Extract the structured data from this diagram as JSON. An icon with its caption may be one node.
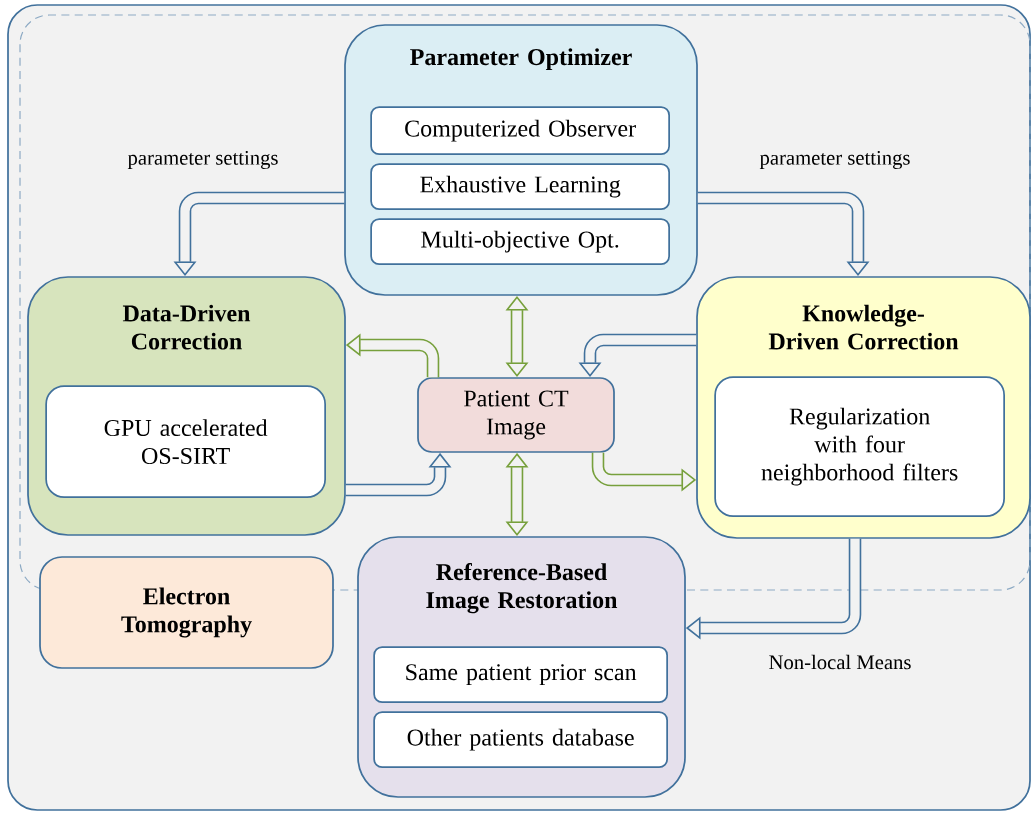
{
  "diagram": {
    "nodes": [
      {
        "text": [
          "Parameter Optimizer"
        ]
      },
      {
        "text": [
          "Computerized Observer"
        ],
        "in": 0
      },
      {
        "text": [
          "Exhaustive Learning"
        ],
        "in": 0
      },
      {
        "text": [
          "Multi-objective Opt."
        ],
        "in": 0
      },
      {
        "text": [
          "Data-Driven Correction"
        ]
      },
      {
        "text": [
          "GPU accelerated OS-SIRT"
        ],
        "in": 4
      },
      {
        "text": [
          "Patient CT Image"
        ]
      },
      {
        "text": [
          "Knowledge-Driven Correction"
        ]
      },
      {
        "text": [
          "Regularization with four neighborhood filters"
        ],
        "in": 7
      },
      {
        "text": [
          "Electron Tomography"
        ]
      },
      {
        "text": [
          "Reference-Based Image Restoration"
        ]
      },
      {
        "text": [
          "Same patient prior scan"
        ],
        "in": 10
      },
      {
        "text": [
          "Other patients database"
        ],
        "in": 10
      }
    ],
    "edges": [
      {
        "from": 0,
        "to": 4,
        "arrow": "to",
        "label": "parameter settings"
      },
      {
        "from": 0,
        "to": 7,
        "arrow": "to",
        "label": "parameter settings"
      },
      {
        "from": 6,
        "to": 4,
        "arrow": "to",
        "color": "#77a03c"
      },
      {
        "from": 4,
        "to": 6,
        "arrow": "to"
      },
      {
        "from": 6,
        "to": 0,
        "arrow": "both",
        "color": "#77a03c"
      },
      {
        "from": 6,
        "to": 10,
        "arrow": "both",
        "color": "#77a03c"
      },
      {
        "from": 7,
        "to": 6,
        "arrow": "to"
      },
      {
        "from": 6,
        "to": 7,
        "arrow": "to",
        "color": "#77a03c"
      },
      {
        "from": 7,
        "to": 10,
        "arrow": "to",
        "label": "Non-local Means"
      }
    ]
  }
}
